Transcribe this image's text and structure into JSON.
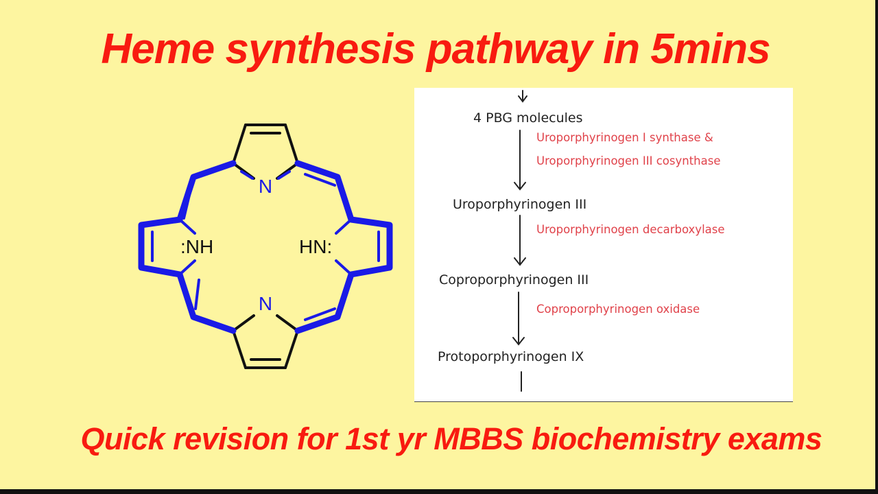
{
  "title": "Heme synthesis pathway in 5mins",
  "subtitle": "Quick revision for 1st yr MBBS biochemistry exams",
  "molecule": {
    "atoms": {
      "n_top": "N",
      "n_bottom": "N",
      "nh_left": ":NH",
      "hn_right": "HN:"
    },
    "colors": {
      "highlight": "#1a1ae6",
      "bond": "#111111"
    }
  },
  "pathway": {
    "intermediates": [
      "4 PBG molecules",
      "Uroporphyrinogen III",
      "Coproporphyrinogen III",
      "Protoporphyrinogen IX"
    ],
    "enzymes": {
      "step1_line1": "Uroporphyrinogen I synthase &",
      "step1_line2": "Uroporphyrinogen III cosynthase",
      "step2": "Uroporphyrinogen decarboxylase",
      "step3": "Coproporphyrinogen oxidase"
    },
    "colors": {
      "intermediate": "#222222",
      "enzyme": "#e0424a"
    }
  },
  "colors": {
    "background": "#fdf5a0",
    "title": "#f81b10"
  }
}
